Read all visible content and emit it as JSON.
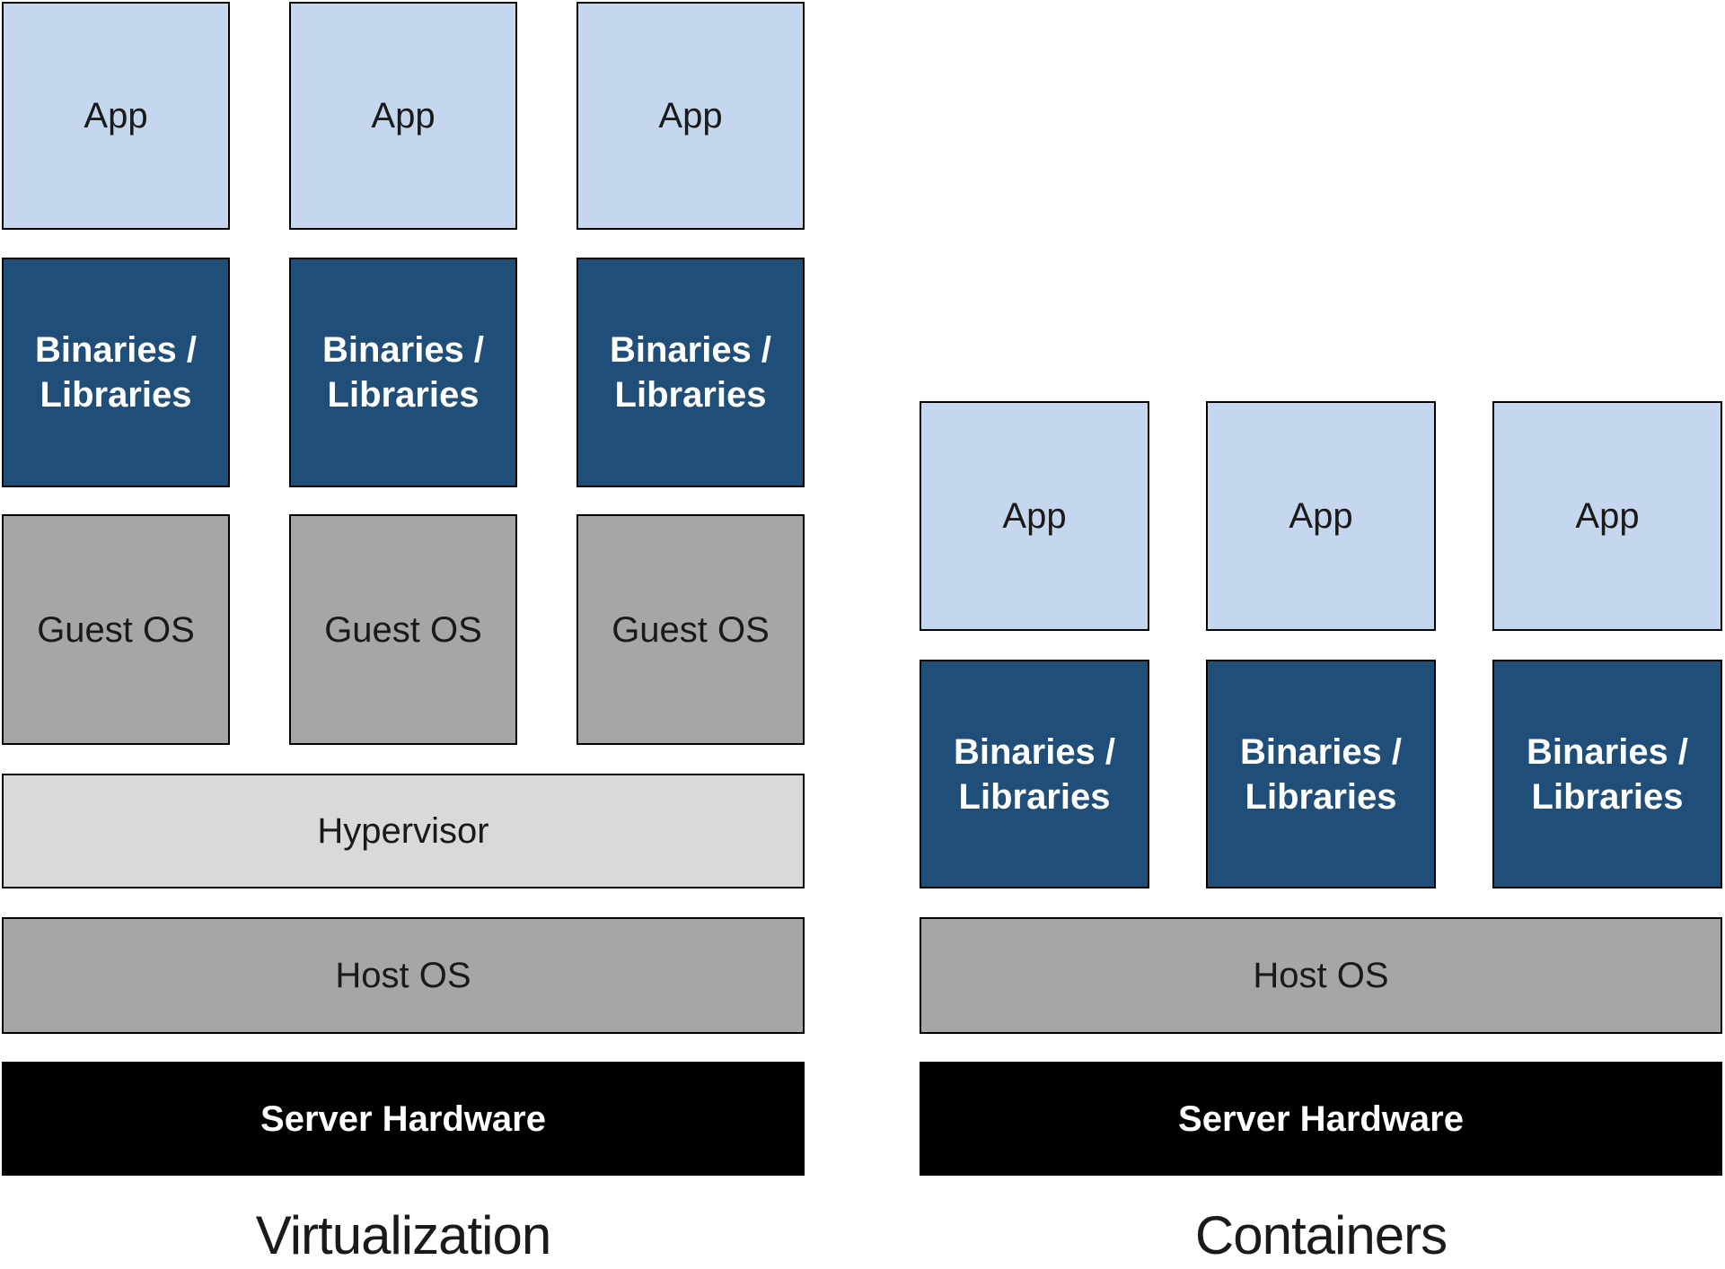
{
  "colors": {
    "app_box": "#c5d7ee",
    "binaries_box": "#1f4e79",
    "os_box": "#a6a6a6",
    "hypervisor_box": "#d9d9d9",
    "hardware_box": "#000000",
    "border": "#000000",
    "text_dark": "#1a1a1a",
    "text_light": "#ffffff"
  },
  "diagrams": {
    "virtualization": {
      "title": "Virtualization",
      "app_label": "App",
      "binaries_line1": "Binaries /",
      "binaries_line2": "Libraries",
      "guest_os_label": "Guest OS",
      "hypervisor_label": "Hypervisor",
      "host_os_label": "Host OS",
      "hardware_label": "Server Hardware"
    },
    "containers": {
      "title": "Containers",
      "app_label": "App",
      "binaries_line1": "Binaries /",
      "binaries_line2": "Libraries",
      "host_os_label": "Host OS",
      "hardware_label": "Server Hardware"
    }
  }
}
